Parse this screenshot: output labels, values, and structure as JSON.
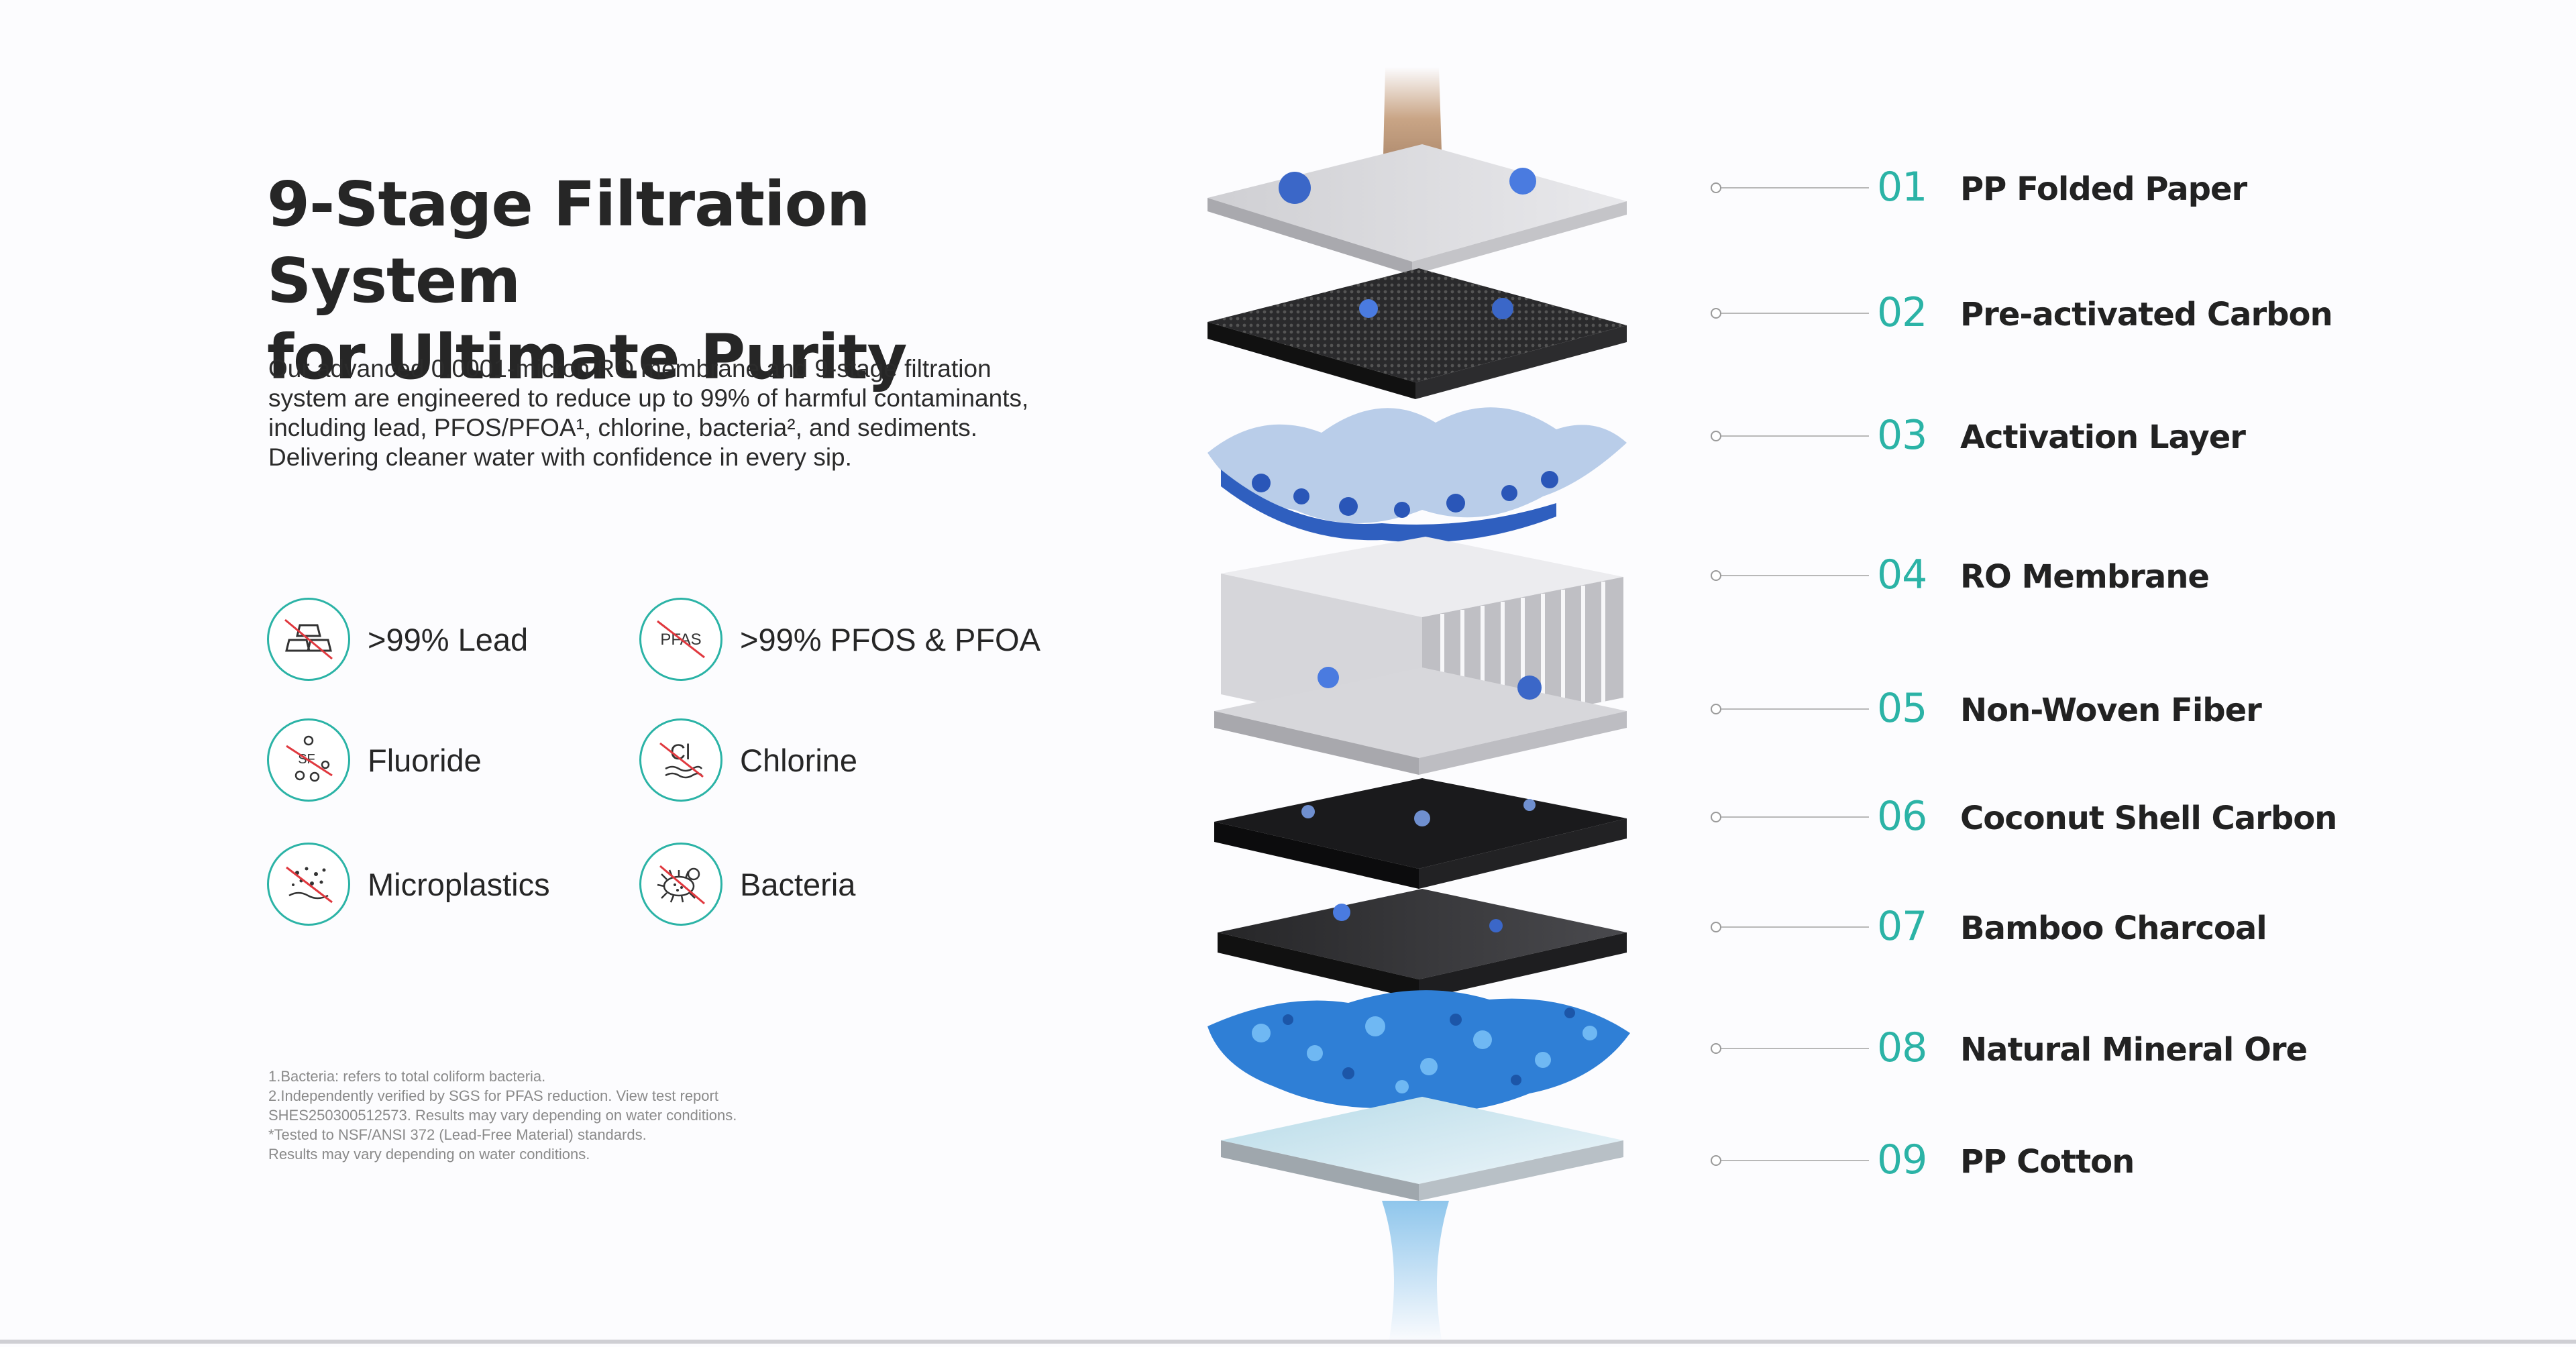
{
  "hero": {
    "title_line1": "9-Stage Filtration System",
    "title_line2": "for Ultimate Purity",
    "description": "Our advanced 0.0001-micron RO membrane and  9-stage filtration system are engineered to reduce up to 99% of harmful contaminants, including lead, PFOS/PFOA¹, chlorine, bacteria², and sediments. Delivering cleaner water with confidence in every sip."
  },
  "claims": [
    {
      "label": ">99%  Lead",
      "icon": "lead-bars-icon"
    },
    {
      "label": ">99%  PFOS & PFOA",
      "icon": "pfas-icon",
      "icon_text": "PFAS"
    },
    {
      "label": "Fluoride",
      "icon": "fluoride-icon",
      "icon_text": "SF"
    },
    {
      "label": "Chlorine",
      "icon": "chlorine-icon",
      "icon_text": "Cl"
    },
    {
      "label": "Microplastics",
      "icon": "microplastics-icon"
    },
    {
      "label": "Bacteria",
      "icon": "bacteria-icon"
    }
  ],
  "footnotes": [
    "1.Bacteria: refers to total coliform bacteria.",
    "2.Independently verified by SGS for PFAS reduction. View test report",
    "SHES250300512573. Results may vary depending on water conditions.",
    "*Tested to NSF/ANSI 372 (Lead-Free Material) standards.",
    "Results may vary depending on water conditions."
  ],
  "stages": [
    {
      "num": "01",
      "name": "PP Folded Paper"
    },
    {
      "num": "02",
      "name": "Pre-activated Carbon"
    },
    {
      "num": "03",
      "name": "Activation Layer"
    },
    {
      "num": "04",
      "name": "RO Membrane"
    },
    {
      "num": "05",
      "name": "Non-Woven Fiber"
    },
    {
      "num": "06",
      "name": "Coconut Shell Carbon"
    },
    {
      "num": "07",
      "name": "Bamboo Charcoal"
    },
    {
      "num": "08",
      "name": "Natural Mineral Ore"
    },
    {
      "num": "09",
      "name": "PP Cotton"
    }
  ],
  "colors": {
    "accent": "#2bb3a6",
    "heading": "#262626",
    "footnote": "#8a8a8a",
    "connector": "#b8b8b8"
  }
}
